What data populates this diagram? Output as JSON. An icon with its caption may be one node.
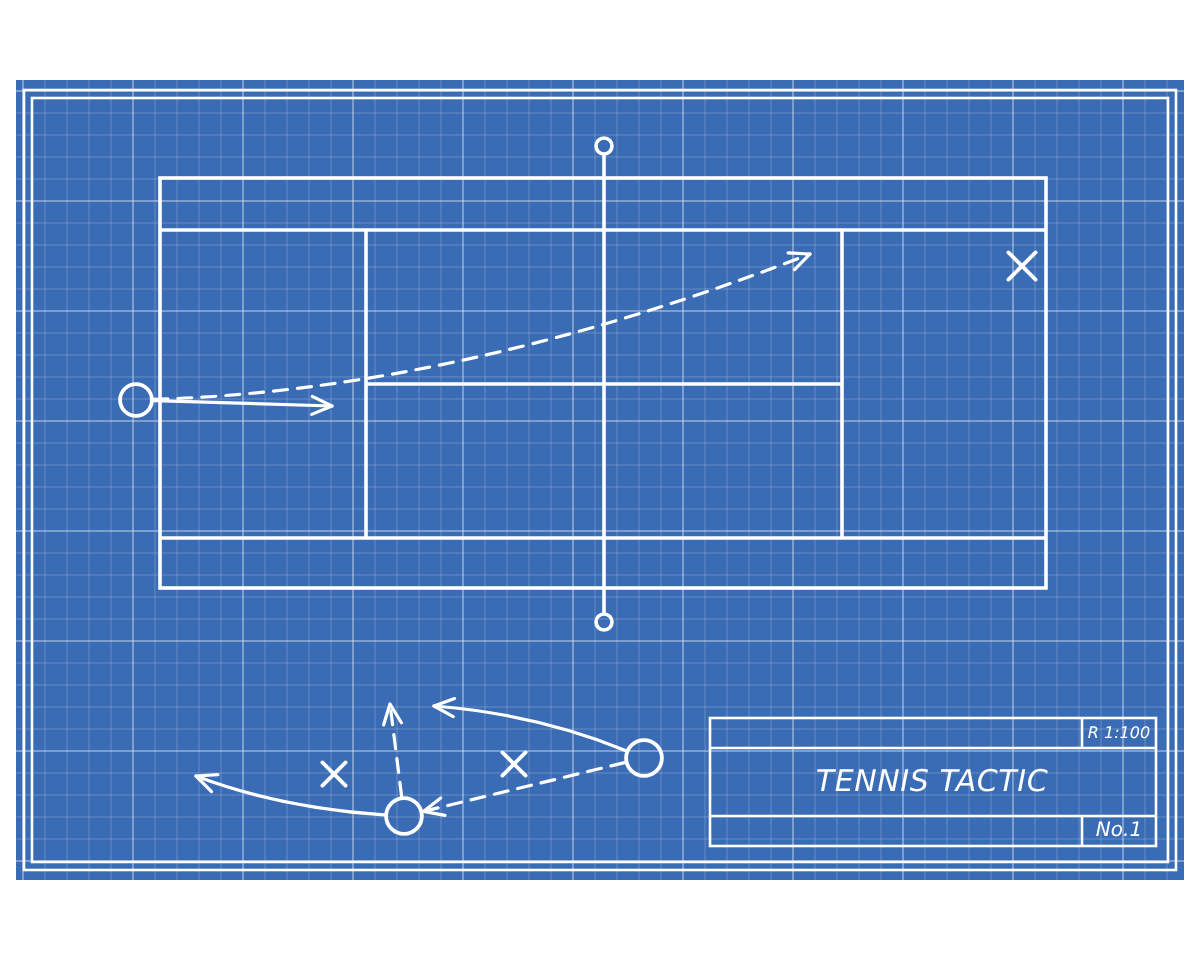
{
  "diagram": {
    "title": "TENNIS TACTIC",
    "nodes": [
      {
        "text": [],
        "shape": "circle"
      },
      {
        "text": [],
        "shape": "cross"
      },
      {
        "text": [],
        "shape": "cross"
      },
      {
        "text": [],
        "shape": "circle"
      },
      {
        "text": [],
        "shape": "cross"
      },
      {
        "text": [],
        "shape": "circle"
      }
    ],
    "edges": [
      {
        "from": 0,
        "to": null,
        "arrow": "to",
        "style": "dashed"
      },
      {
        "from": 0,
        "to": null,
        "arrow": "to"
      },
      {
        "from": 5,
        "to": null,
        "arrow": "to"
      },
      {
        "from": 5,
        "to": 3,
        "arrow": "to",
        "style": "dashed"
      },
      {
        "from": 3,
        "to": null,
        "arrow": "to",
        "style": "dashed"
      },
      {
        "from": 3,
        "to": null,
        "arrow": "to"
      }
    ],
    "labels": [
      "R 1:100",
      "No.1"
    ]
  }
}
